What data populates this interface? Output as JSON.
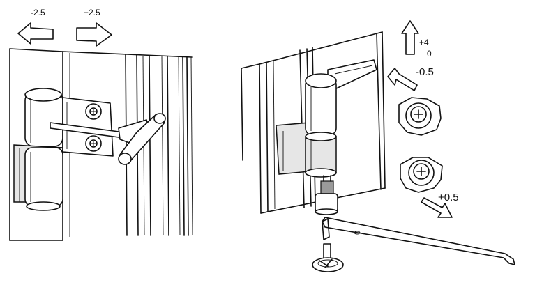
{
  "labels": {
    "left_minus": "-2.5",
    "left_plus": "+2.5",
    "up_value_top": "+4",
    "up_value_bottom": "0",
    "upper_cam_value": "-0.5",
    "lower_cam_value": "+0.5"
  },
  "colors": {
    "line": "#111111",
    "shade": "#e6e6e6",
    "background": "#ffffff"
  },
  "icons": [
    "arrow-left-icon",
    "arrow-right-icon",
    "arrow-up-icon",
    "arrow-down-left-icon",
    "arrow-down-right-icon",
    "phillips-screw-icon"
  ]
}
